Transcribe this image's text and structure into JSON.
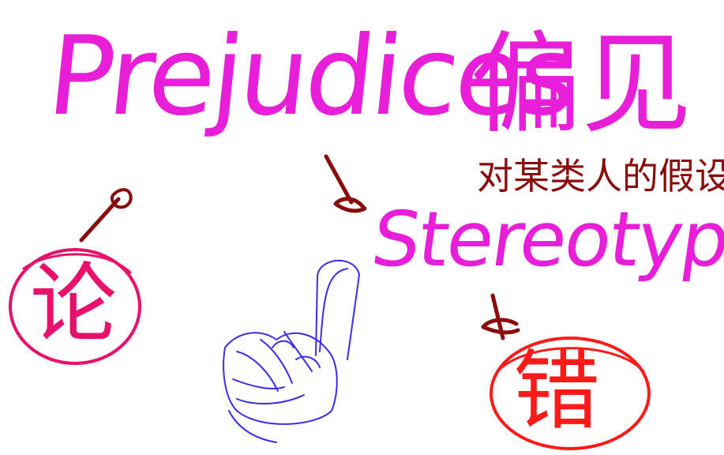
{
  "colors": {
    "magenta": "#e81ed8",
    "dark_red": "#8b0a0a",
    "crimson": "#e8106a",
    "red": "#ff1a1a",
    "blue": "#3a2ee8",
    "background": "#ffffff"
  },
  "notes": {
    "prejudices": "Prejudices",
    "prejudices_cn": "偏见",
    "stereotyping": "Stereotyping",
    "stereotyping_cn": "对某类人的假设",
    "discuss_cn": "论",
    "wrong_cn": "错"
  }
}
